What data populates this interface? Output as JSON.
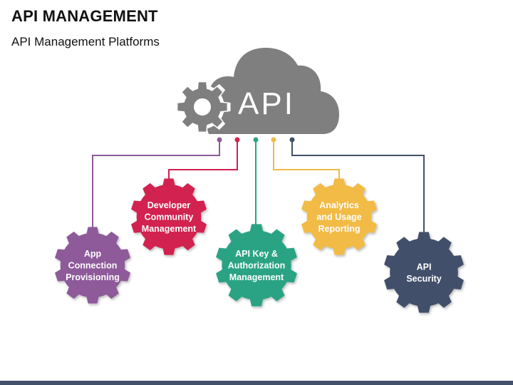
{
  "header": {
    "title": "API MANAGEMENT",
    "subtitle": "API Management Platforms"
  },
  "cloud": {
    "label": "API",
    "icon": "gear-icon",
    "color": "#7f7f7f"
  },
  "nodes": [
    {
      "id": "app-connection",
      "lines": [
        "App",
        "Connection",
        "Provisioning"
      ],
      "color": "#8e5a9a"
    },
    {
      "id": "developer-community",
      "lines": [
        "Developer",
        "Community",
        "Management"
      ],
      "color": "#d2204f"
    },
    {
      "id": "api-key",
      "lines": [
        "API Key &",
        "Authorization",
        "Management"
      ],
      "color": "#2ba384"
    },
    {
      "id": "analytics",
      "lines": [
        "Analytics",
        "and Usage",
        "Reporting"
      ],
      "color": "#f1bb45"
    },
    {
      "id": "api-security",
      "lines": [
        "API",
        "Security"
      ],
      "color": "#43506a"
    }
  ],
  "bottom_bar_color": "#43506a"
}
